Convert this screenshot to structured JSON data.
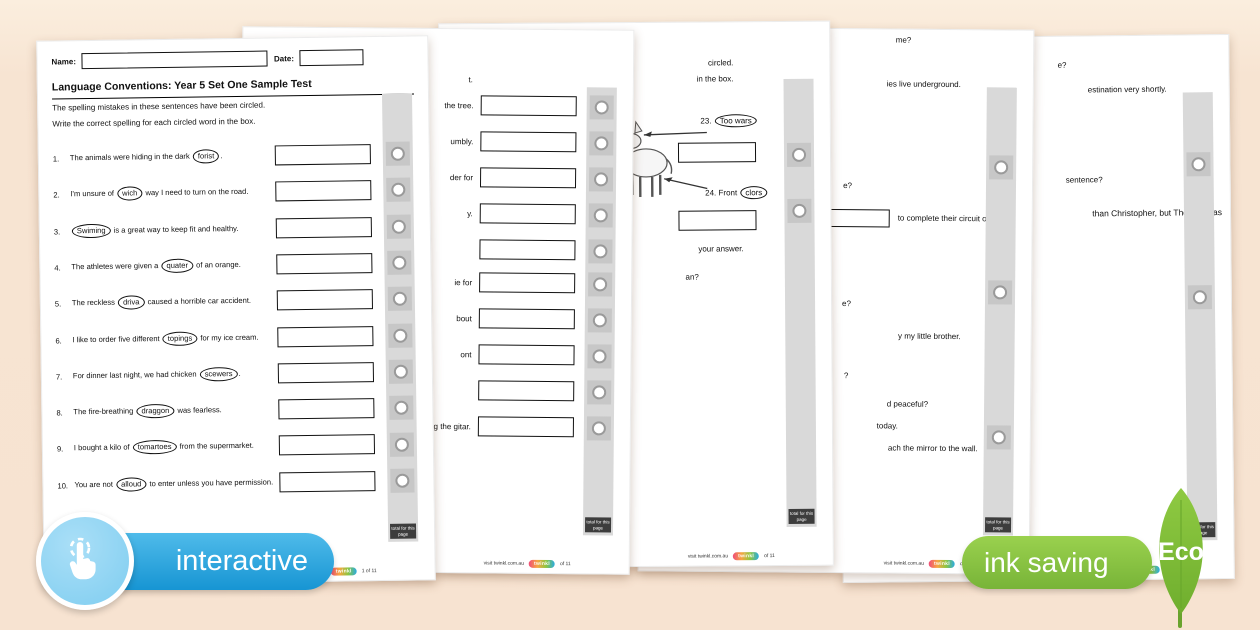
{
  "badges": {
    "interactive": "interactive",
    "ink_saving": "ink saving",
    "eco": "Eco"
  },
  "shared": {
    "strip_label": "total for this page",
    "visit": "visit twinkl.com.au",
    "page_count": "of 11",
    "logo": "twinkl"
  },
  "front": {
    "name_label": "Name:",
    "date_label": "Date:",
    "title": "Language Conventions: Year 5 Set One Sample Test",
    "instr1": "The spelling mistakes in these sentences have been circled.",
    "instr2": "Write the correct spelling for each circled word in the box.",
    "page_num": "1 of 11",
    "questions": [
      {
        "num": "1.",
        "pre": "The animals were hiding in the dark ",
        "circled": "forist",
        "post": "."
      },
      {
        "num": "2.",
        "pre": "I'm unsure of ",
        "circled": "wich",
        "post": " way I need to turn on the road."
      },
      {
        "num": "3.",
        "pre": "",
        "circled": "Swiming",
        "post": " is a great way to keep fit and healthy."
      },
      {
        "num": "4.",
        "pre": "The athletes were given a ",
        "circled": "quater",
        "post": " of an orange."
      },
      {
        "num": "5.",
        "pre": "The reckless ",
        "circled": "driva",
        "post": " caused a horrible car accident."
      },
      {
        "num": "6.",
        "pre": "I like to order five different ",
        "circled": "topings",
        "post": " for my ice cream."
      },
      {
        "num": "7.",
        "pre": "For dinner last night, we had chicken ",
        "circled": "scewers",
        "post": "."
      },
      {
        "num": "8.",
        "pre": "The fire-breathing ",
        "circled": "draggon",
        "post": " was fearless."
      },
      {
        "num": "9.",
        "pre": "I bought a kilo of ",
        "circled": "tomartoes",
        "post": " from the supermarket."
      },
      {
        "num": "10.",
        "pre": "You are not ",
        "circled": "alloud",
        "post": " to enter unless you have permission."
      }
    ]
  },
  "page2": {
    "stray": "t.",
    "rows": [
      "the tree.",
      "umbly.",
      "der for",
      "y.",
      "",
      "ie for",
      "bout",
      "ont",
      "",
      "g the gitar."
    ]
  },
  "page3": {
    "instr1": "circled.",
    "instr2": "in the box.",
    "q23_num": "23.",
    "q23_word": "Too wars",
    "q24_num": "24.",
    "q24_pre": "Front",
    "q24_word": "clors",
    "ans_line": "your answer.",
    "q_line": "an?"
  },
  "page4": {
    "lines": [
      "me?",
      "ies live underground.",
      "e?",
      "to complete their circuit of the",
      "e?",
      "y my little brother.",
      "?",
      "d peaceful?",
      "today.",
      "ach the mirror to the wall."
    ]
  },
  "page5": {
    "lines": [
      "e?",
      "estination very shortly.",
      "sentence?",
      "than Christopher, but Theresa was"
    ]
  }
}
